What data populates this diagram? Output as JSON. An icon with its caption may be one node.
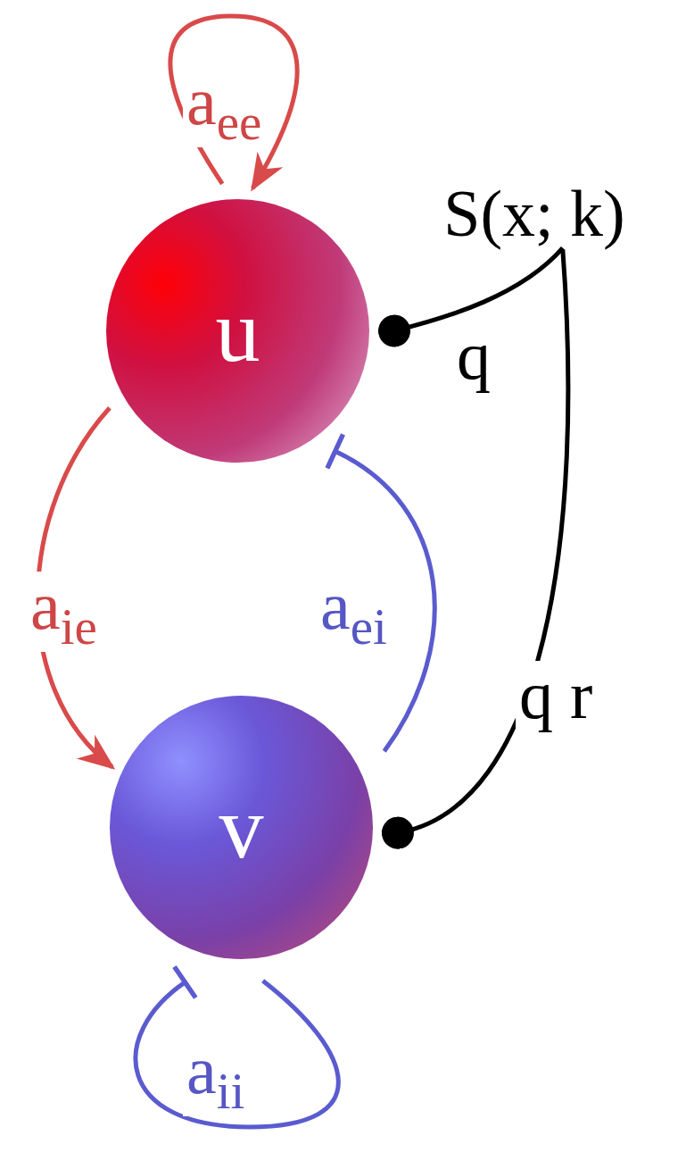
{
  "diagram": {
    "nodes": [
      {
        "text": [
          "u"
        ]
      },
      {
        "text": [
          "v"
        ]
      },
      {
        "text": [
          "S(x; k)"
        ]
      }
    ],
    "edges": [
      {
        "from": 0,
        "to": 0,
        "arrow": "to",
        "label": "a$_{ee}$",
        "color": "#d94a4a"
      },
      {
        "from": 0,
        "to": 1,
        "arrow": "to",
        "label": "a$_{ie}$",
        "color": "#d94a4a"
      },
      {
        "from": 1,
        "to": 0,
        "arrow": "other",
        "label": "a$_{ei}$",
        "color": "#5b5bd0"
      },
      {
        "from": 1,
        "to": 1,
        "arrow": "other",
        "label": "a$_{ii}$",
        "color": "#5b5bd0"
      },
      {
        "from": 2,
        "to": 0,
        "arrow": "other",
        "label": "q",
        "color": "#000000"
      },
      {
        "from": 2,
        "to": 1,
        "arrow": "other",
        "label": "q r",
        "color": "#000000"
      }
    ]
  }
}
